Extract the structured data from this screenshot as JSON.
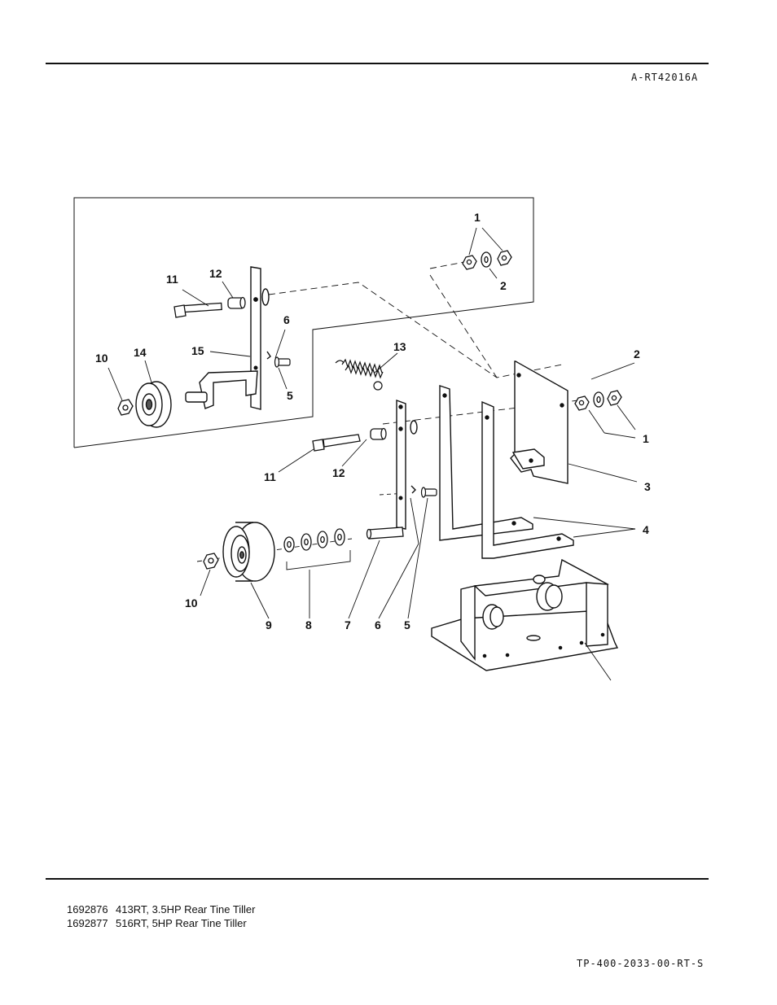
{
  "header": {
    "drawing_code": "A-RT42016A"
  },
  "diagram": {
    "callouts": {
      "c1a": "1",
      "c2a": "2",
      "c11a": "11",
      "c12a": "12",
      "c6a": "6",
      "c10a": "10",
      "c14": "14",
      "c15": "15",
      "c5a": "5",
      "c13": "13",
      "c2b": "2",
      "c1b": "1",
      "c3": "3",
      "c4": "4",
      "c11b": "11",
      "c12b": "12",
      "c10b": "10",
      "c9": "9",
      "c8": "8",
      "c7": "7",
      "c6b": "6",
      "c5b": "5"
    }
  },
  "models": [
    {
      "number": "1692876",
      "description": "413RT, 3.5HP Rear Tine Tiller"
    },
    {
      "number": "1692877",
      "description": "516RT, 5HP Rear Tine Tiller"
    }
  ],
  "footer": {
    "doc_code": "TP-400-2033-00-RT-S"
  }
}
